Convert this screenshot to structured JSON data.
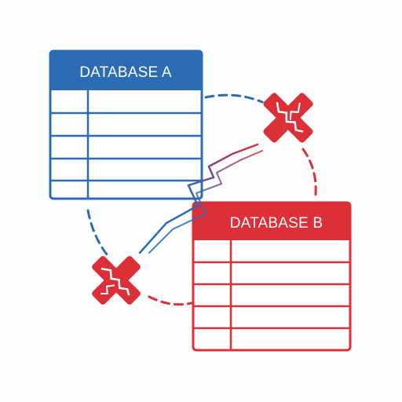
{
  "database_a": {
    "title": "DATABASE A",
    "accent_color": "#2b6cb5",
    "row_count": 5
  },
  "database_b": {
    "title": "DATABASE B",
    "accent_color": "#dc3039",
    "row_count": 5
  },
  "icons": {
    "break_marks": [
      "broken-x-icon",
      "broken-x-icon"
    ],
    "connection": "lightning-break-icon"
  },
  "colors": {
    "blue": "#2b6cb5",
    "red": "#dc3039"
  }
}
